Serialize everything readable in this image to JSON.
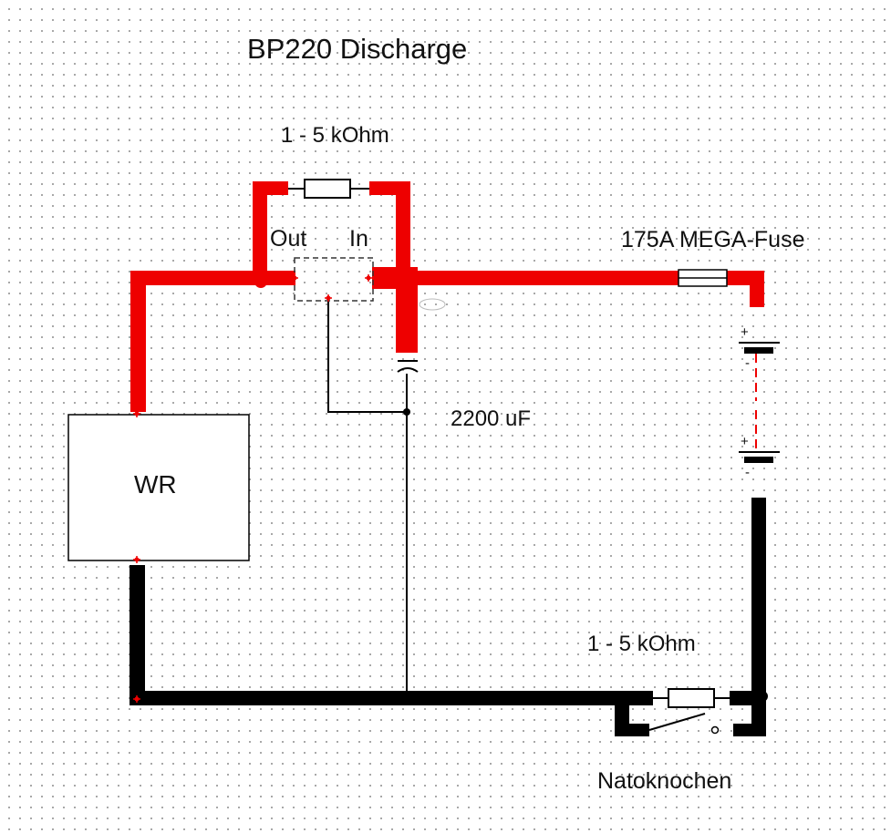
{
  "title": "BP220 Discharge",
  "labels": {
    "resistor_top": "1 - 5 kOhm",
    "out": "Out",
    "in": "In",
    "fuse": "175A MEGA-Fuse",
    "capacitor": "2200 uF",
    "inverter": "WR",
    "resistor_bottom": "1 - 5 kOhm",
    "switch": "Natoknochen",
    "plus_top": "+",
    "minus_top": "-",
    "plus_bottom": "+",
    "minus_bottom": "-"
  },
  "colors": {
    "positive_wire": "#ee0000",
    "negative_wire": "#000000",
    "background": "#ffffff"
  }
}
